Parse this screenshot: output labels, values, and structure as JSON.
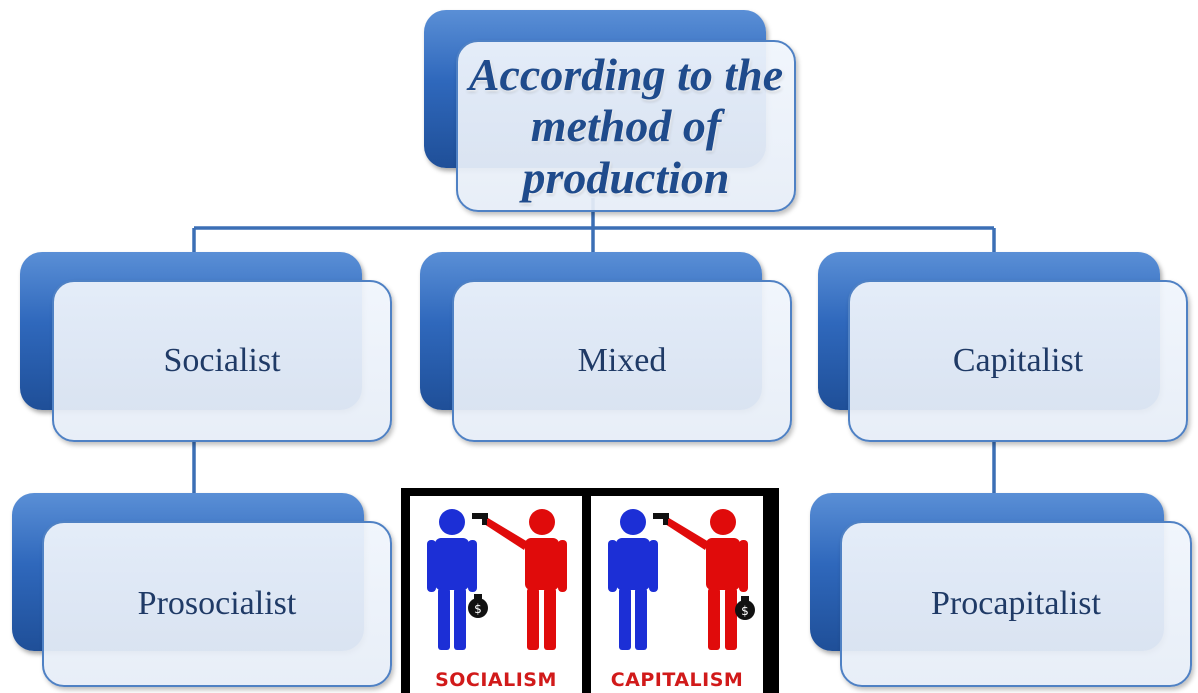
{
  "root": {
    "label": "According to the method of production"
  },
  "level1": [
    {
      "label": "Socialist"
    },
    {
      "label": "Mixed"
    },
    {
      "label": "Capitalist"
    }
  ],
  "level2": [
    {
      "label": "Prosocialist"
    },
    {
      "label": "Procapitalist"
    }
  ],
  "illustration": {
    "panels": [
      {
        "caption": "SOCIALISM",
        "money_symbol": "$",
        "money_holder": "left-figure"
      },
      {
        "caption": "CAPITALISM",
        "money_symbol": "$",
        "money_holder": "right-figure"
      }
    ]
  },
  "colors": {
    "box_front": "#eaf0f8",
    "box_back": "#2f68bc",
    "box_border": "#4f81c4",
    "connector": "#3b6fb5",
    "text": "#1f3a66",
    "figure_left": "#1c2fd6",
    "figure_right": "#e00b0b"
  }
}
